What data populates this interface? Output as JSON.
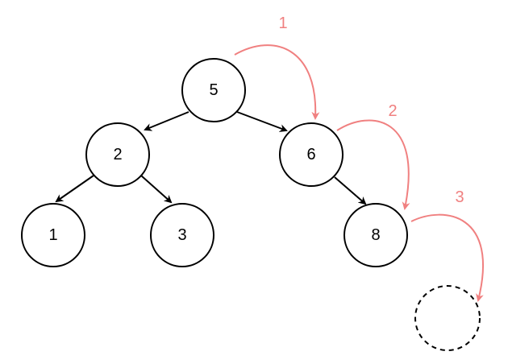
{
  "colors": {
    "node_stroke": "#000000",
    "edge": "#000000",
    "step_arrow": "#f08080",
    "step_label": "#f08080"
  },
  "nodes": [
    {
      "id": "n5",
      "label": "5"
    },
    {
      "id": "n2",
      "label": "2"
    },
    {
      "id": "n6",
      "label": "6"
    },
    {
      "id": "n1",
      "label": "1"
    },
    {
      "id": "n3",
      "label": "3"
    },
    {
      "id": "n8",
      "label": "8"
    },
    {
      "id": "placeholder",
      "label": "",
      "style": "dashed"
    }
  ],
  "edges": [
    {
      "from": "n5",
      "to": "n2"
    },
    {
      "from": "n5",
      "to": "n6"
    },
    {
      "from": "n2",
      "to": "n1"
    },
    {
      "from": "n2",
      "to": "n3"
    },
    {
      "from": "n6",
      "to": "n8"
    }
  ],
  "steps": [
    {
      "label": "1",
      "from": "n5",
      "to": "n6"
    },
    {
      "label": "2",
      "from": "n6",
      "to": "n8"
    },
    {
      "label": "3",
      "from": "n8",
      "to": "placeholder"
    }
  ]
}
